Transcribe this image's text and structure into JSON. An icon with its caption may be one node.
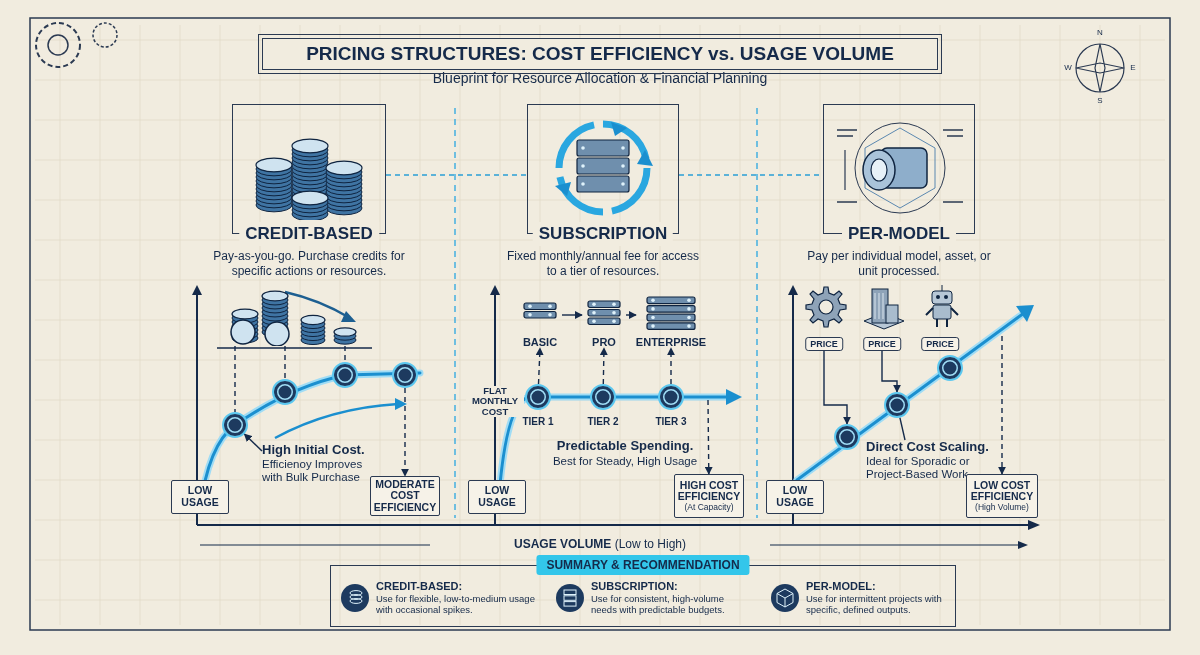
{
  "diagram": {
    "title": "PRICING STRUCTURES: COST EFFICIENCY vs. USAGE VOLUME",
    "nodes": [
      {
        "text": [
          "CREDIT-BASED"
        ],
        "beside": [
          "Pay-as-you-go. Purchase credits for specific actions or resources."
        ]
      },
      {
        "text": [
          "SUBSCRIPTION"
        ],
        "beside": [
          "Fixed monthly/annual fee for access to a tier of resources."
        ]
      },
      {
        "text": [
          "PER-MODEL"
        ],
        "beside": [
          "Pay per individual model, asset, or unit processed."
        ]
      },
      {
        "text": [],
        "shape": "picture"
      },
      {
        "text": [],
        "shape": "circle"
      },
      {
        "text": [],
        "shape": "circle"
      },
      {
        "text": [],
        "shape": "circle"
      },
      {
        "text": [],
        "shape": "circle"
      },
      {
        "text": [
          "LOW USAGE"
        ]
      },
      {
        "text": [
          "MODERATE COST EFFICIENCY"
        ]
      },
      {
        "text": [
          "High Initial Cost.",
          "Efficienoy Improves with Bulk Purchase"
        ]
      },
      {
        "text": [
          "BASIC"
        ]
      },
      {
        "text": [
          "PRO"
        ]
      },
      {
        "text": [
          "ENTERPRISE"
        ]
      },
      {
        "text": [],
        "shape": "circle",
        "beside": [
          "TIER 1"
        ]
      },
      {
        "text": [],
        "shape": "circle",
        "beside": [
          "TIER 2"
        ]
      },
      {
        "text": [],
        "shape": "circle",
        "beside": [
          "TIER 3"
        ]
      },
      {
        "text": [
          "LOW USAGE"
        ]
      },
      {
        "text": [
          "HIGH COST EFFICIENCY",
          "(At Capacity)"
        ]
      },
      {
        "text": [
          "PRICE"
        ]
      },
      {
        "text": [
          "PRICE"
        ]
      },
      {
        "text": [
          "PRICE"
        ]
      },
      {
        "text": [],
        "shape": "circle"
      },
      {
        "text": [],
        "shape": "circle"
      },
      {
        "text": [],
        "shape": "circle"
      },
      {
        "text": [
          "Direct Cost Scaling.",
          "Ideal for Sporadic or Project-Based Work"
        ]
      },
      {
        "text": [
          "LOW USAGE"
        ]
      },
      {
        "text": [
          "LOW COST EFFICIENCY",
          "(High Volume)"
        ]
      },
      {
        "text": [
          "SUMMARY & RECOMMENDATION"
        ]
      },
      {
        "text": [
          "CREDIT-BASED:",
          "Use for flexible, low-to-medium usage with occasional spikes."
        ],
        "in": 28
      },
      {
        "text": [
          "SUBSCRIPTION:",
          "Use for consistent, high-volume needs with predictable budgets."
        ],
        "in": 28
      },
      {
        "text": [
          "PER-MODEL:",
          "Use for intermittent projects with specific, defined outputs."
        ],
        "in": 28
      }
    ],
    "edges": [
      {
        "from": 0,
        "to": 1,
        "arrow": "none",
        "style": "dashed",
        "color": "#2a9fd6"
      },
      {
        "from": 1,
        "to": 2,
        "arrow": "none",
        "style": "dashed",
        "color": "#2a9fd6"
      },
      {
        "from": 3,
        "to": 4,
        "arrow": "none",
        "style": "dashed"
      },
      {
        "from": 3,
        "to": 5,
        "arrow": "none",
        "style": "dashed"
      },
      {
        "from": 3,
        "to": 6,
        "arrow": "none",
        "style": "dashed"
      },
      {
        "from": 7,
        "to": 9,
        "arrow": "to",
        "style": "dashed"
      },
      {
        "from": 10,
        "to": 4,
        "arrow": "to"
      },
      {
        "from": 11,
        "to": 12,
        "arrow": "to"
      },
      {
        "from": 12,
        "to": 13,
        "arrow": "to"
      },
      {
        "from": 14,
        "to": 11,
        "arrow": "to",
        "style": "dashed"
      },
      {
        "from": 15,
        "to": 12,
        "arrow": "to",
        "style": "dashed"
      },
      {
        "from": 16,
        "to": 13,
        "arrow": "to",
        "style": "dashed"
      },
      {
        "from": null,
        "to": 18,
        "arrow": "to",
        "style": "dashed"
      },
      {
        "from": 19,
        "to": 22,
        "arrow": "to"
      },
      {
        "from": 20,
        "to": 23,
        "arrow": "to"
      },
      {
        "from": 25,
        "to": 23,
        "arrow": "none"
      },
      {
        "from": null,
        "to": 27,
        "arrow": "to",
        "style": "dashed"
      }
    ],
    "labels": [
      "Blueprint for Resource Allocation & Financial Planning",
      "FLAT MONTHLY COST",
      "Predictable Spending.",
      "Best for Steady, High Usage",
      "**USAGE VOLUME** (Low to High)",
      "N",
      "E",
      "S",
      "W"
    ]
  }
}
